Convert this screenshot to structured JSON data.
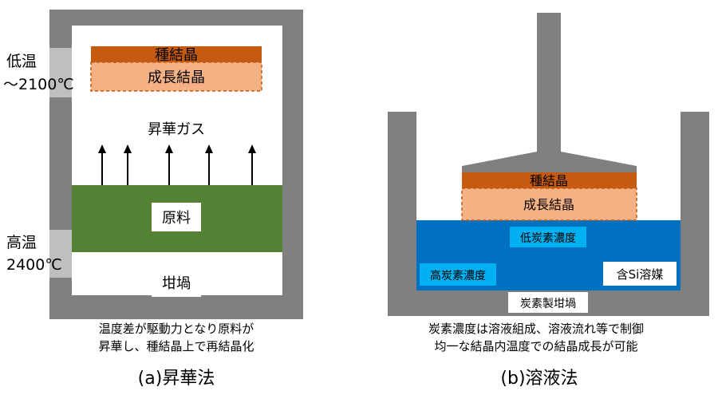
{
  "left": {
    "seed_crystal": "種結晶",
    "grown_crystal": "成長結晶",
    "gas_label": "昇華ガス",
    "raw_material": "原料",
    "crucible": "坩堝",
    "low_temp_line1": "低温",
    "low_temp_line2": "～2100℃",
    "high_temp_line1": "高温",
    "high_temp_line2": "2400℃",
    "desc_line1": "温度差が駆動力となり原料が",
    "desc_line2": "昇華し、種結晶上で再結晶化",
    "caption": "(a)昇華法"
  },
  "right": {
    "seed_crystal": "種結晶",
    "grown_crystal": "成長結晶",
    "low_carbon": "低炭素濃度",
    "high_carbon": "高炭素濃度",
    "solvent": "含Si溶媒",
    "crucible": "炭素製坩堝",
    "desc_line1": "炭素濃度は溶液組成、溶液流れ等で制御",
    "desc_line2": "均一な結晶内温度での結晶成長が可能",
    "caption": "(b)溶液法"
  },
  "colors": {
    "crucible_gray": "#808080",
    "seed_orange": "#C55A11",
    "grown_peach": "#F4B183",
    "raw_green": "#548235",
    "solution_blue": "#0070C0",
    "label_cyan": "#00B0F0"
  }
}
